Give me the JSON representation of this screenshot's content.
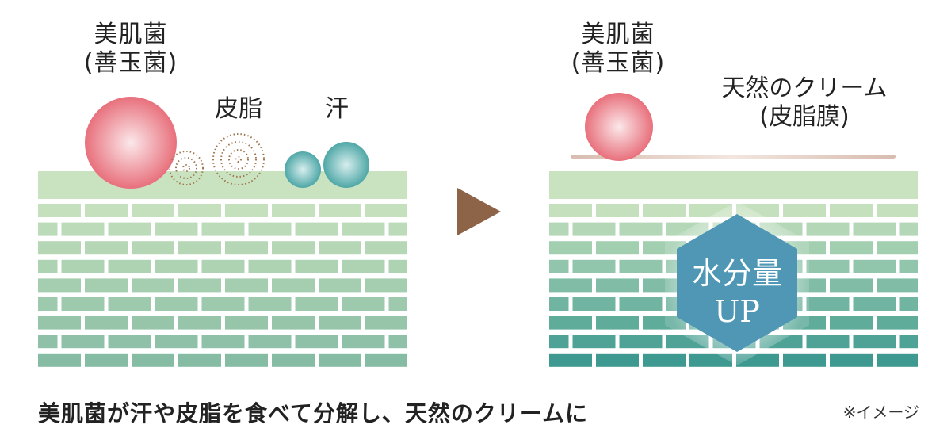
{
  "left": {
    "bacteria_line1": "美肌菌",
    "bacteria_line2": "(善玉菌)",
    "sebum": "皮脂",
    "sweat": "汗"
  },
  "right": {
    "bacteria_line1": "美肌菌",
    "bacteria_line2": "(善玉菌)",
    "cream_line1": "天然のクリーム",
    "cream_line2": "(皮脂膜)",
    "badge_line1": "水分量",
    "badge_line2": "UP"
  },
  "caption": "美肌菌が汗や皮脂を食べて分解し、天然のクリームに",
  "note": "※イメージ",
  "colors": {
    "skin_top": "#c9e3c0",
    "brick_light": "#c4e0bc",
    "brick_dark_left": "#86bca4",
    "brick_dark_right": "#3e9a90",
    "bacteria": "#e8707c",
    "sweat": "#4fa7a7",
    "sebum_dots": "#a07850",
    "arrow": "#8e6448",
    "badge": "#4f97b5",
    "cream_film": "#dcc4b8"
  }
}
